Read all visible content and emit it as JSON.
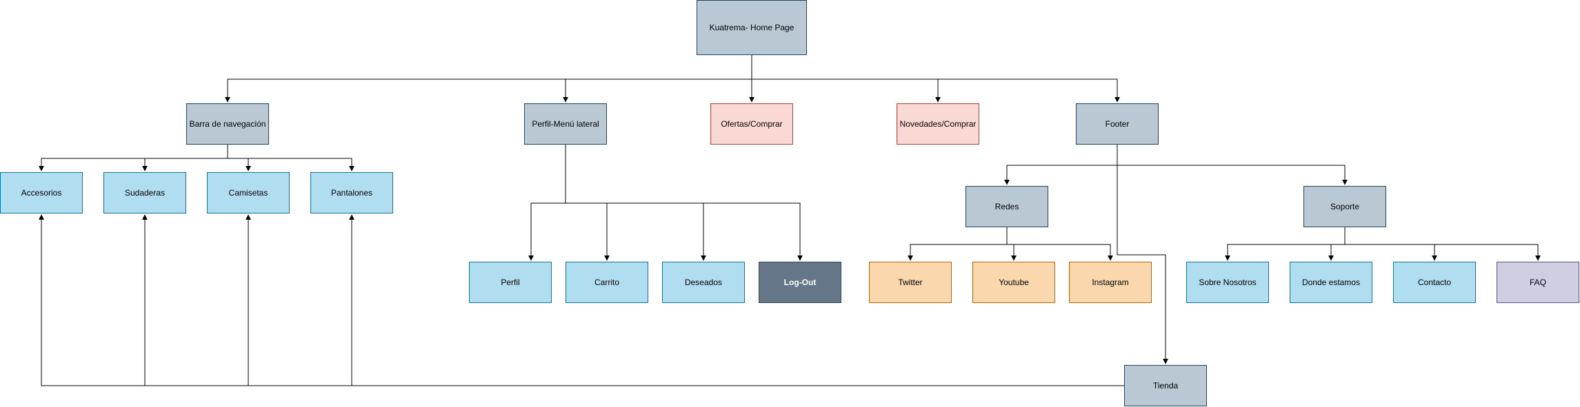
{
  "colors": {
    "gray": {
      "fill": "#bac8d3",
      "stroke": "#23445d"
    },
    "pink": {
      "fill": "#fad9d5",
      "stroke": "#ae4132"
    },
    "blue": {
      "fill": "#b1ddf0",
      "stroke": "#10739e"
    },
    "dark": {
      "fill": "#647687",
      "stroke": "#314354"
    },
    "orange": {
      "fill": "#fad7ac",
      "stroke": "#b46504"
    },
    "purple": {
      "fill": "#d0cee2",
      "stroke": "#56517e"
    },
    "edge": "#000000"
  },
  "nodes": {
    "home": "Kuatrema- Home Page",
    "barra": "Barra de navegación",
    "perfil_menu": "Perfil-Menú lateral",
    "ofertas": "Ofertas/Comprar",
    "novedades": "Novedades/Comprar",
    "footer": "Footer",
    "accesorios": "Accesorios",
    "sudaderas": "Sudaderas",
    "camisetas": "Camisetas",
    "pantalones": "Pantalones",
    "perfil": "Perfil",
    "carrito": "Carrito",
    "deseados": "Deseados",
    "logout": "Log-Out",
    "redes": "Redes",
    "soporte": "Soporte",
    "twitter": "Twitter",
    "youtube": "Youtube",
    "instagram": "Instagram",
    "sobre": "Sobre Nosotros",
    "donde": "Donde estamos",
    "contacto": "Contacto",
    "faq": "FAQ",
    "tienda": "Tienda"
  }
}
